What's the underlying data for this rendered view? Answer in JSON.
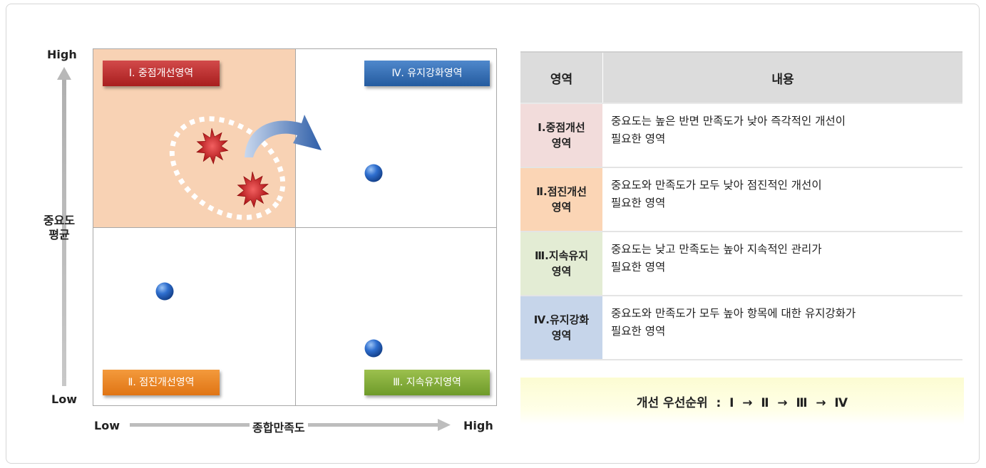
{
  "axes": {
    "y_high": "High",
    "y_low": "Low",
    "y_title_line1": "중요도",
    "y_title_line2": "평균",
    "x_low": "Low",
    "x_high": "High",
    "x_title": "종합만족도"
  },
  "quadrants": {
    "q1": "Ⅰ. 중점개선영역",
    "q2": "Ⅱ. 점진개선영역",
    "q3": "Ⅲ. 지속유지영역",
    "q4": "Ⅳ. 유지강화영역"
  },
  "colors": {
    "q1_bg": "#f8d2b4",
    "q1_label": "#b82828",
    "q2_label": "#e8821f",
    "q3_label": "#7ea632",
    "q4_label": "#2f67ad"
  },
  "table": {
    "header_area": "영역",
    "header_content": "내용",
    "rows": [
      {
        "area_line1": "Ⅰ.중점개선",
        "area_line2": "영역",
        "content_line1": "중요도는 높은 반면 만족도가 낮아 즉각적인 개선이",
        "content_line2": "필요한 영역"
      },
      {
        "area_line1": "Ⅱ.점진개선",
        "area_line2": "영역",
        "content_line1": "중요도와 만족도가 모두 낮아 점진적인 개선이",
        "content_line2": "필요한 영역"
      },
      {
        "area_line1": "Ⅲ.지속유지",
        "area_line2": "영역",
        "content_line1": "중요도는 낮고 만족도는 높아 지속적인 관리가",
        "content_line2": "필요한 영역"
      },
      {
        "area_line1": "Ⅳ.유지강화",
        "area_line2": "영역",
        "content_line1": "중요도와 만족도가 모두 높아 항목에 대한 유지강화가",
        "content_line2": "필요한 영역"
      }
    ]
  },
  "priority": {
    "label": "개선 우선순위  :  Ⅰ  →  Ⅱ  →  Ⅲ  →  Ⅳ"
  }
}
